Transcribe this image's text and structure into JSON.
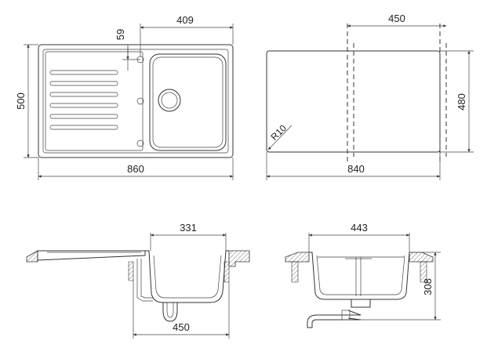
{
  "colors": {
    "line": "#333333",
    "fill": "#d9d9d9",
    "background": "#ffffff"
  },
  "top_view": {
    "dim_width_total": "860",
    "dim_height": "500",
    "dim_bowl_width": "409",
    "dim_tap_offset": "59"
  },
  "cutout_view": {
    "dim_width": "840",
    "dim_height": "480",
    "dim_bowl_span": "450",
    "dim_radius": "R10"
  },
  "section_side": {
    "dim_top_width": "331",
    "dim_bottom_width": "450"
  },
  "section_front": {
    "dim_width": "443",
    "dim_depth": "308"
  }
}
